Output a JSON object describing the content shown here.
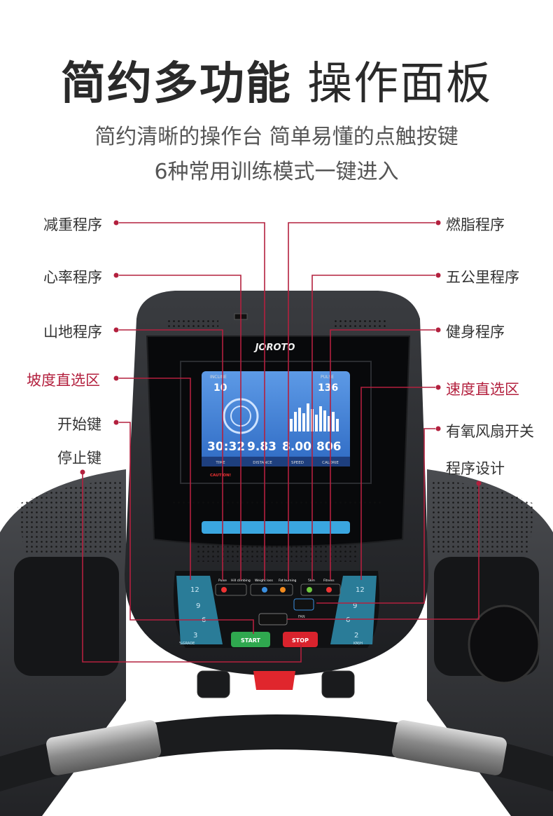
{
  "headline": {
    "bold": "简约多功能",
    "light": "操作面板"
  },
  "subtitle1": "简约清晰的操作台 简单易懂的点触按键",
  "subtitle2": "6种常用训练模式一键进入",
  "labels_left": [
    "减重程序",
    "心率程序",
    "山地程序",
    "坡度直选区",
    "开始键",
    "停止键"
  ],
  "labels_right": [
    "燃脂程序",
    "五公里程序",
    "健身程序",
    "速度直选区",
    "有氧风扇开关",
    "程序设计"
  ],
  "brand": "JOROTO",
  "console": {
    "incline_label": "INCLINE",
    "pulse_label": "PULSE",
    "incline_value": "10",
    "pulse_value": "136",
    "time": "30:32",
    "distance": "9.83",
    "speed": "8.00",
    "calorie": "806",
    "time_label": "TIME",
    "distance_label": "DISTANCE",
    "speed_label": "SPEED",
    "calorie_label": "CALORIE",
    "caution": "CAUTION!",
    "programs": [
      "Pulse",
      "Hill climbing",
      "Weight loss",
      "Fat burning",
      "5km",
      "Fitness"
    ],
    "incline_keys": [
      "12",
      "9",
      "6",
      "3"
    ],
    "speed_keys": [
      "12",
      "9",
      "6",
      "2"
    ],
    "incline_unit": "%GRADE",
    "speed_unit": "KM/H",
    "fan_label": "FAN",
    "start": "START",
    "stop": "STOP"
  },
  "colors": {
    "accent_red": "#b3203e",
    "screen_blue": "#3f7fd6",
    "key_teal": "#2f8fb0",
    "start_green": "#2fa84f",
    "stop_red": "#d9232d"
  }
}
